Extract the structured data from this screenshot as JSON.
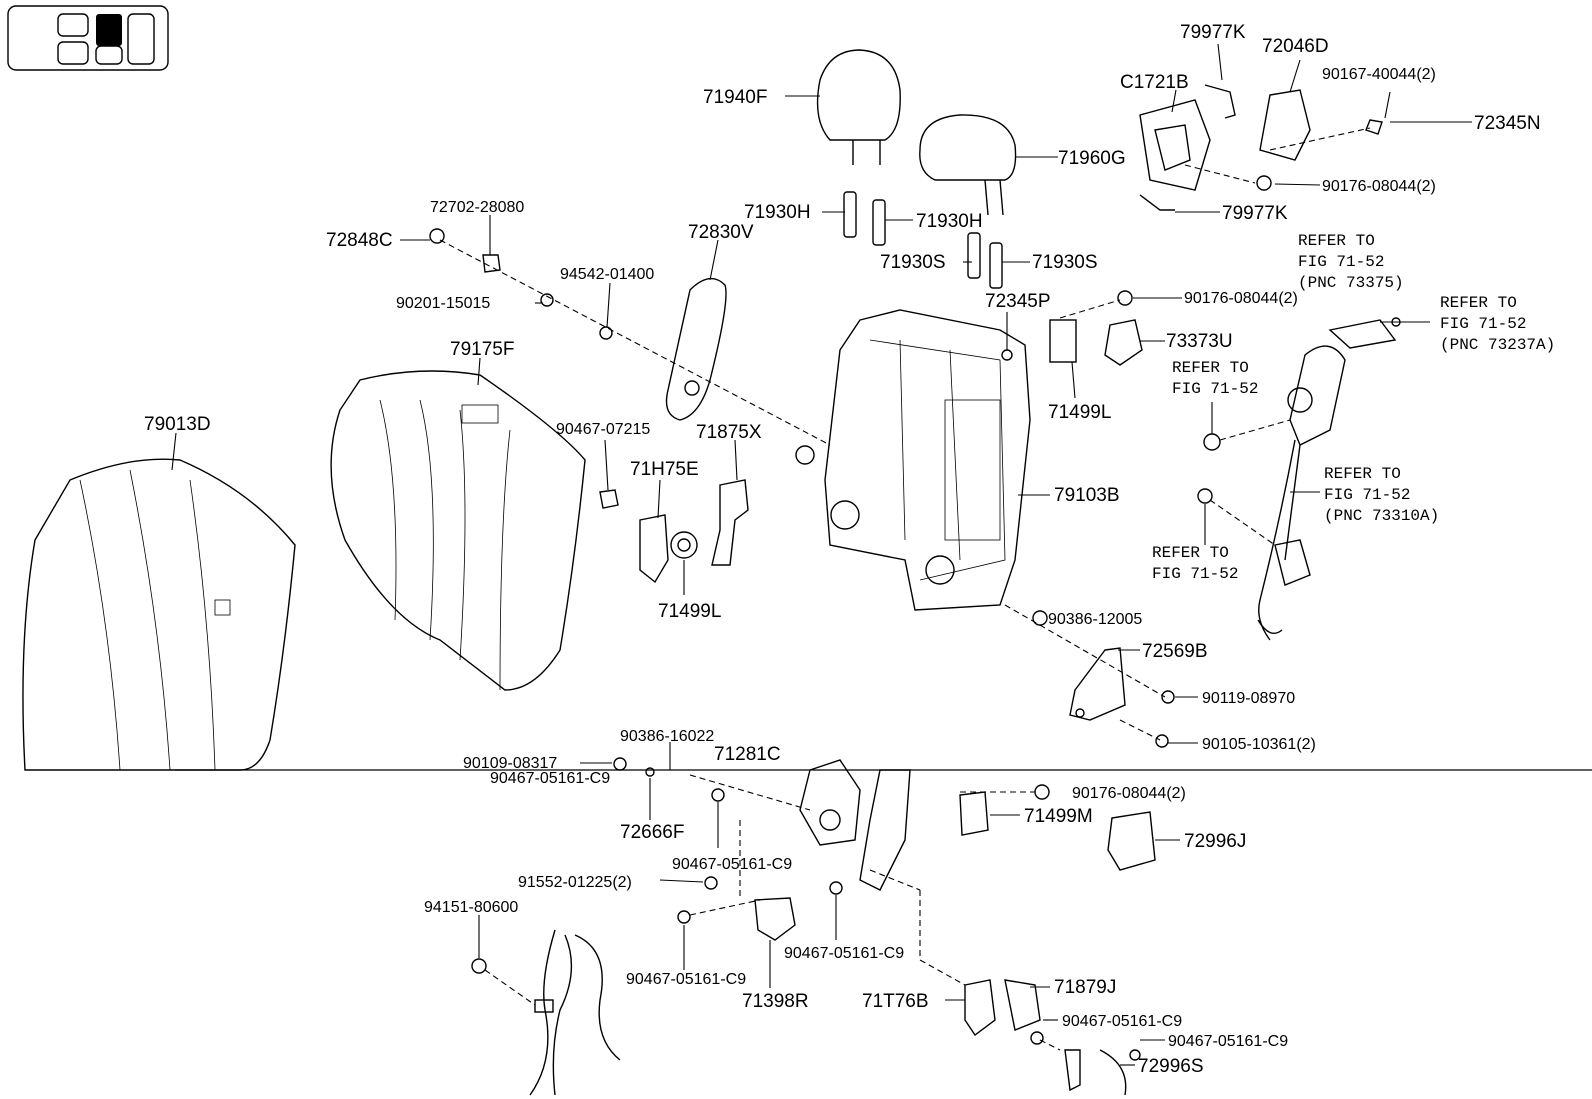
{
  "labels": {
    "p71940F": "71940F",
    "p71960G": "71960G",
    "p79977K_top": "79977K",
    "p72046D": "72046D",
    "pC1721B": "C1721B",
    "p90167": "90167-40044(2)",
    "p72345N": "72345N",
    "p90176_top": "90176-08044(2)",
    "p79977K_bot": "79977K",
    "p71930H_a": "71930H",
    "p71930H_b": "71930H",
    "p71930S_a": "71930S",
    "p71930S_b": "71930S",
    "p72702": "72702-28080",
    "p72848C": "72848C",
    "p72830V": "72830V",
    "p94542": "94542-01400",
    "p90201": "90201-15015",
    "p72345P": "72345P",
    "p90176_mid": "90176-08044(2)",
    "p73373U": "73373U",
    "p71499L_r": "71499L",
    "p79175F": "79175F",
    "p79013D": "79013D",
    "p90467_07215": "90467-07215",
    "p71875X": "71875X",
    "p71H75E": "71H75E",
    "p71499L_l": "71499L",
    "p79103B": "79103B",
    "p90386_12005": "90386-12005",
    "p72569B": "72569B",
    "p90119": "90119-08970",
    "p90105": "90105-10361(2)",
    "p90109": "90109-08317",
    "p90386_16022": "90386-16022",
    "p71281C": "71281C",
    "p90467_c9_a": "90467-05161-C9",
    "p72666F": "72666F",
    "p90467_c9_b": "90467-05161-C9",
    "p91552": "91552-01225(2)",
    "p94151": "94151-80600",
    "p90467_c9_c": "90467-05161-C9",
    "p90467_c9_d": "90467-05161-C9",
    "p71398R": "71398R",
    "p90176_bot": "90176-08044(2)",
    "p71499M": "71499M",
    "p72996J": "72996J",
    "p71T76B": "71T76B",
    "p71879J": "71879J",
    "p90467_c9_e": "90467-05161-C9",
    "p90467_c9_f": "90467-05161-C9",
    "p72996S": "72996S"
  },
  "refs": {
    "ref1": [
      "REFER TO",
      "FIG 71-52",
      "(PNC 73375)"
    ],
    "ref2": [
      "REFER TO",
      "FIG 71-52",
      "(PNC 73237A)"
    ],
    "ref3": [
      "REFER TO",
      "FIG 71-52"
    ],
    "ref4": [
      "REFER TO",
      "FIG 71-52",
      "(PNC 73310A)"
    ],
    "ref5": [
      "REFER TO",
      "FIG 71-52"
    ]
  },
  "colors": {
    "ink": "#000000",
    "paper": "#ffffff"
  },
  "icons": {
    "seat-layout": "seat-position-indicator-icon"
  }
}
